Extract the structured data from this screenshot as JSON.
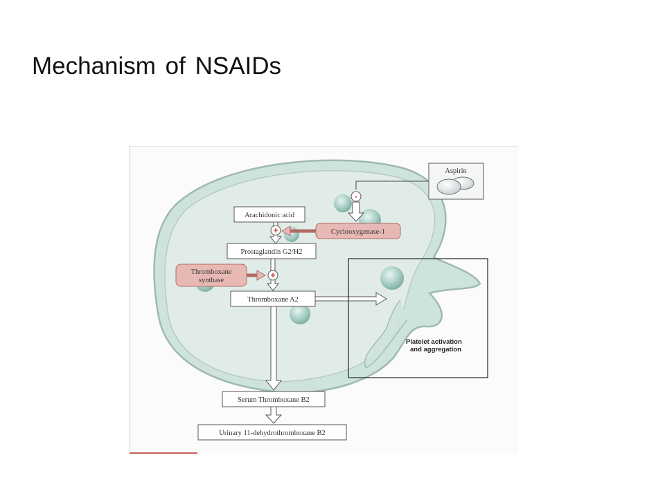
{
  "slide": {
    "title": "Mechanism of NSAIDs"
  },
  "diagram": {
    "aspirin_label": "Aspirin",
    "arachidonic_label": "Arachidonic acid",
    "cox1_label": "Cyclooxygenase-1",
    "prostaglandin_label": "Prostaglandin G2/H2",
    "txsynthase_line1": "Thromboxane",
    "txsynthase_line2": "synthase",
    "txa2_label": "Thromboxane A2",
    "platelet_line1": "Platelet activation",
    "platelet_line2": "and aggregation",
    "serum_label": "Serum Thromboxane B2",
    "urinary_label": "Urinary 11-dehydrothromboxane B2",
    "inhibit_symbol": "-",
    "stimulate_symbol": "+"
  },
  "colors": {
    "cell_fill": "#dbe9e5",
    "cell_outline": "#9fb8b2",
    "enzyme_fill": "#e8b9b4",
    "enzyme_border": "#b06b64",
    "granule_fill": "#a9cfc6",
    "sign_red": "#d0302c"
  }
}
